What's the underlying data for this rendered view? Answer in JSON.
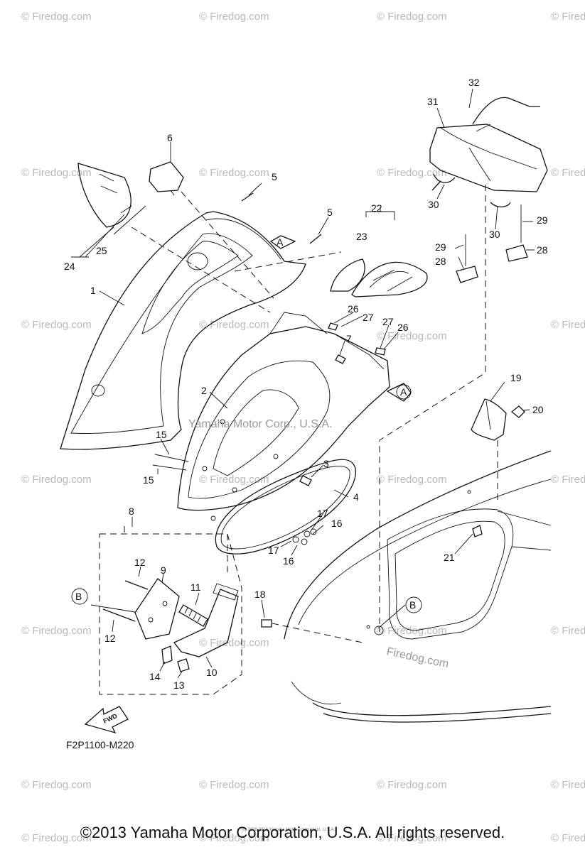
{
  "watermarks": [
    "© Firedog.com",
    "© Firedog.com",
    "© Firedog.com",
    "© Firedog.com",
    "© Firedog.com",
    "© Firedog.com",
    "© Firedog.com",
    "© Firedog.com",
    "© Firedog.com",
    "© Firedog.com",
    "© Firedog.com",
    "© Firedog.com",
    "© Firedog.com",
    "© Firedog.com",
    "© Firedog.com",
    "© Firedog.com",
    "© Firedog.com",
    "© Firedog.com",
    "© Firedog.com",
    "© Firedog.com",
    "© Firedog.com",
    "© Firedog.com",
    "© Firedog.com",
    "© Firedog.com",
    "© Firedog.com",
    "© Firedog.com",
    "© Firedog.com",
    "© Firedog.com"
  ],
  "center_watermark": "Yamaha Motor Corp., U.S.A.",
  "firedog_center": "Firedog.com",
  "part_labels": [
    "1",
    "2",
    "3",
    "4",
    "5",
    "5",
    "6",
    "7",
    "8",
    "9",
    "10",
    "11",
    "12",
    "12",
    "13",
    "14",
    "15",
    "15",
    "16",
    "16",
    "17",
    "17",
    "18",
    "19",
    "20",
    "21",
    "22",
    "23",
    "24",
    "25",
    "26",
    "26",
    "27",
    "27",
    "28",
    "28",
    "29",
    "29",
    "30",
    "30",
    "31",
    "32"
  ],
  "callouts": {
    "a1": "A",
    "a2": "A",
    "b1": "B",
    "b2": "B"
  },
  "fwd_label": "FWD",
  "diagram_code": "F2P1100-M220",
  "tiny_copyright": "(c) 2008 2016 Yamaha Motor Corporation, U.S.A.",
  "copyright": "©2013 Yamaha Motor Corporation, U.S.A. All rights reserved."
}
